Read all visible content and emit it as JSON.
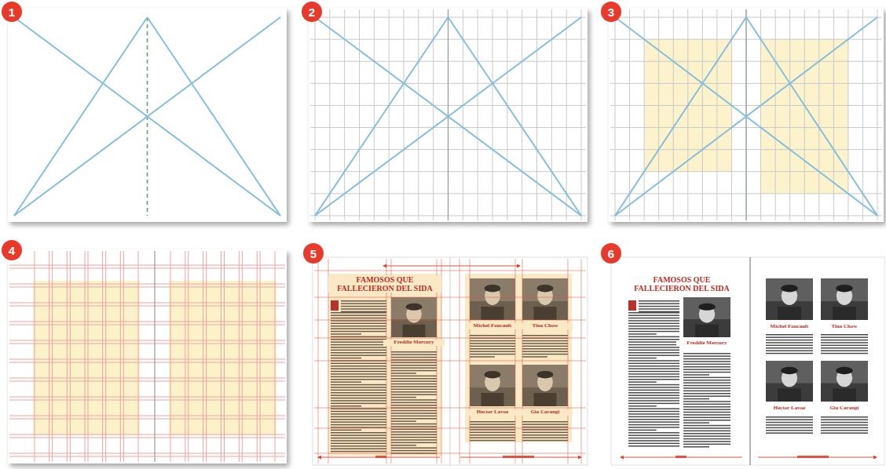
{
  "diagram": {
    "nodes": [
      {
        "text": [
          "1"
        ]
      },
      {
        "text": [
          "2"
        ]
      },
      {
        "text": [
          "3"
        ]
      },
      {
        "text": [
          "4"
        ]
      },
      {
        "text": [
          "5"
        ]
      },
      {
        "text": [
          "6"
        ]
      }
    ],
    "labels": [
      "FAMOSOS QUE FALLECIERON DEL SIDA",
      "Freddie Mercury",
      "Michel Foucault",
      "Tina Chow",
      "Hector Lavoe",
      "Gia Carangi",
      "FAMOSOS QUE FALLECIERON DEL SIDA",
      "Freddie Mercury",
      "Michel Foucault",
      "Tina Chow",
      "Hector Lavoe",
      "Gia Carangi"
    ]
  }
}
